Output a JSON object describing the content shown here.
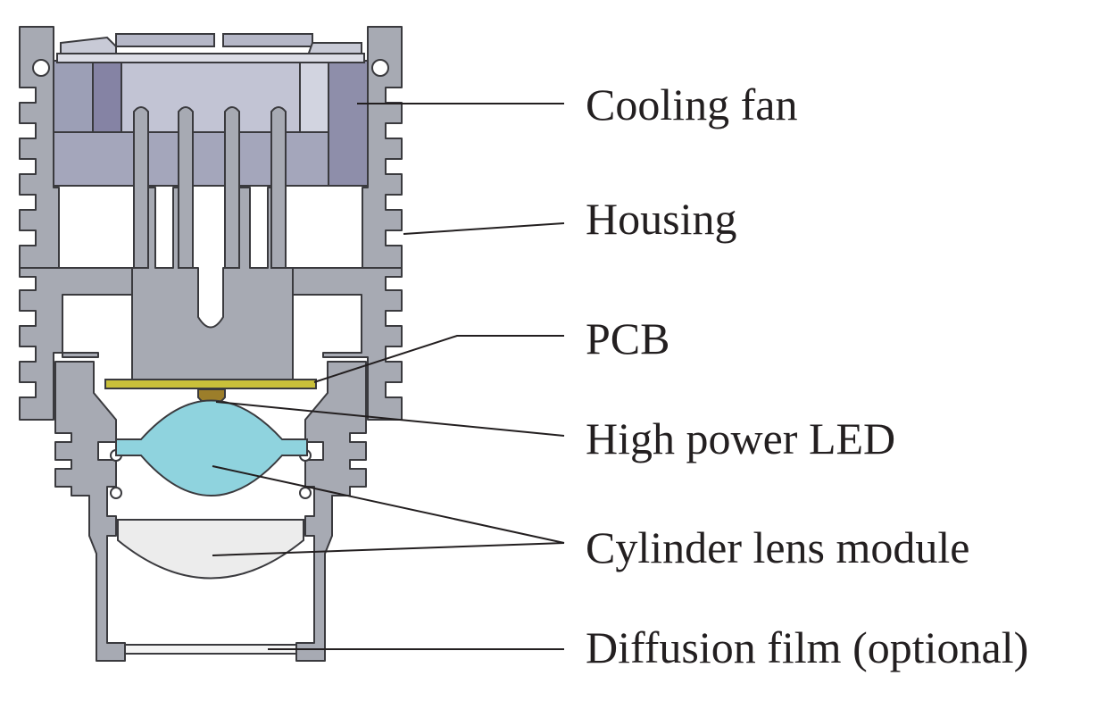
{
  "labels": {
    "cooling_fan": "Cooling fan",
    "housing": "Housing",
    "pcb": "PCB",
    "high_power_led": "High power LED",
    "cylinder_lens_module": "Cylinder lens module",
    "diffusion_film": "Diffusion film (optional)"
  },
  "colors": {
    "housing": "#a7aab3",
    "housing_stroke": "#3a3a3e",
    "fan_body": "#9c9fb6",
    "fan_light": "#c9cbd9",
    "fan_dark": "#8583a4",
    "pcb": "#c9c03a",
    "led": "#9c7e2a",
    "lens_upper": "#8fd3de",
    "lens_lower": "#ececec",
    "leader": "#231f20"
  }
}
